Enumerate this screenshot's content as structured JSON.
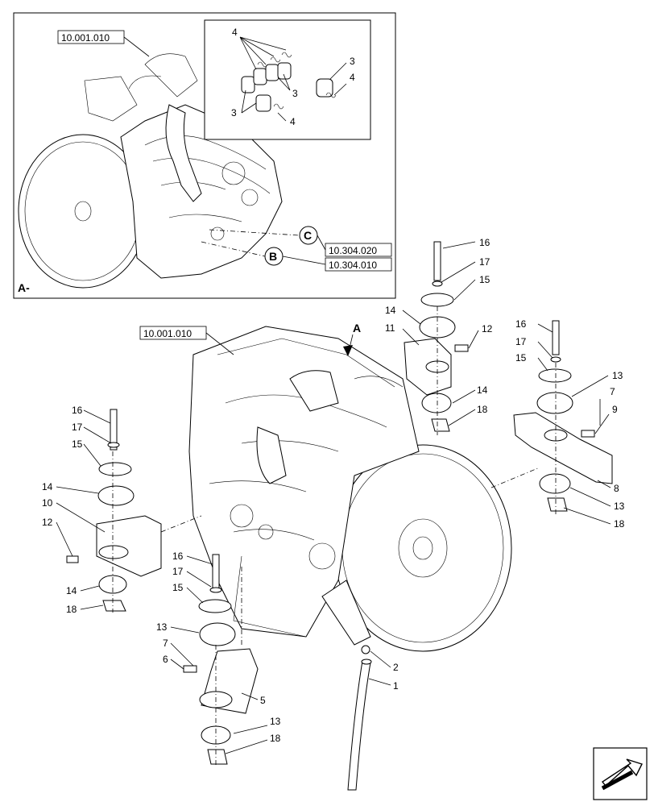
{
  "inset": {
    "corner_label": "A-",
    "ref_top": "10.001.010",
    "ref_c": "10.304.020",
    "ref_b": "10.304.010",
    "callout_c": "C",
    "callout_b": "B",
    "detail_labels": [
      "4",
      "3",
      "4",
      "3",
      "3",
      "4"
    ]
  },
  "main": {
    "ref_top": "10.001.010",
    "view_arrow": "A"
  },
  "parts": {
    "p1": "1",
    "p2": "2",
    "p5": "5",
    "p6": "6",
    "p7": "7",
    "p7b": "7",
    "p8": "8",
    "p9": "9",
    "p10": "10",
    "p11": "11",
    "p12": "12",
    "p12b": "12",
    "p13": "13",
    "p13b": "13",
    "p13c": "13",
    "p13d": "13",
    "p14": "14",
    "p14b": "14",
    "p14c": "14",
    "p14d": "14",
    "p15": "15",
    "p15b": "15",
    "p15c": "15",
    "p15d": "15",
    "p16": "16",
    "p16b": "16",
    "p16c": "16",
    "p16d": "16",
    "p17": "17",
    "p17b": "17",
    "p17c": "17",
    "p17d": "17",
    "p18": "18",
    "p18b": "18",
    "p18c": "18",
    "p18d": "18"
  },
  "icons": {
    "nav": "arrow-icon"
  }
}
